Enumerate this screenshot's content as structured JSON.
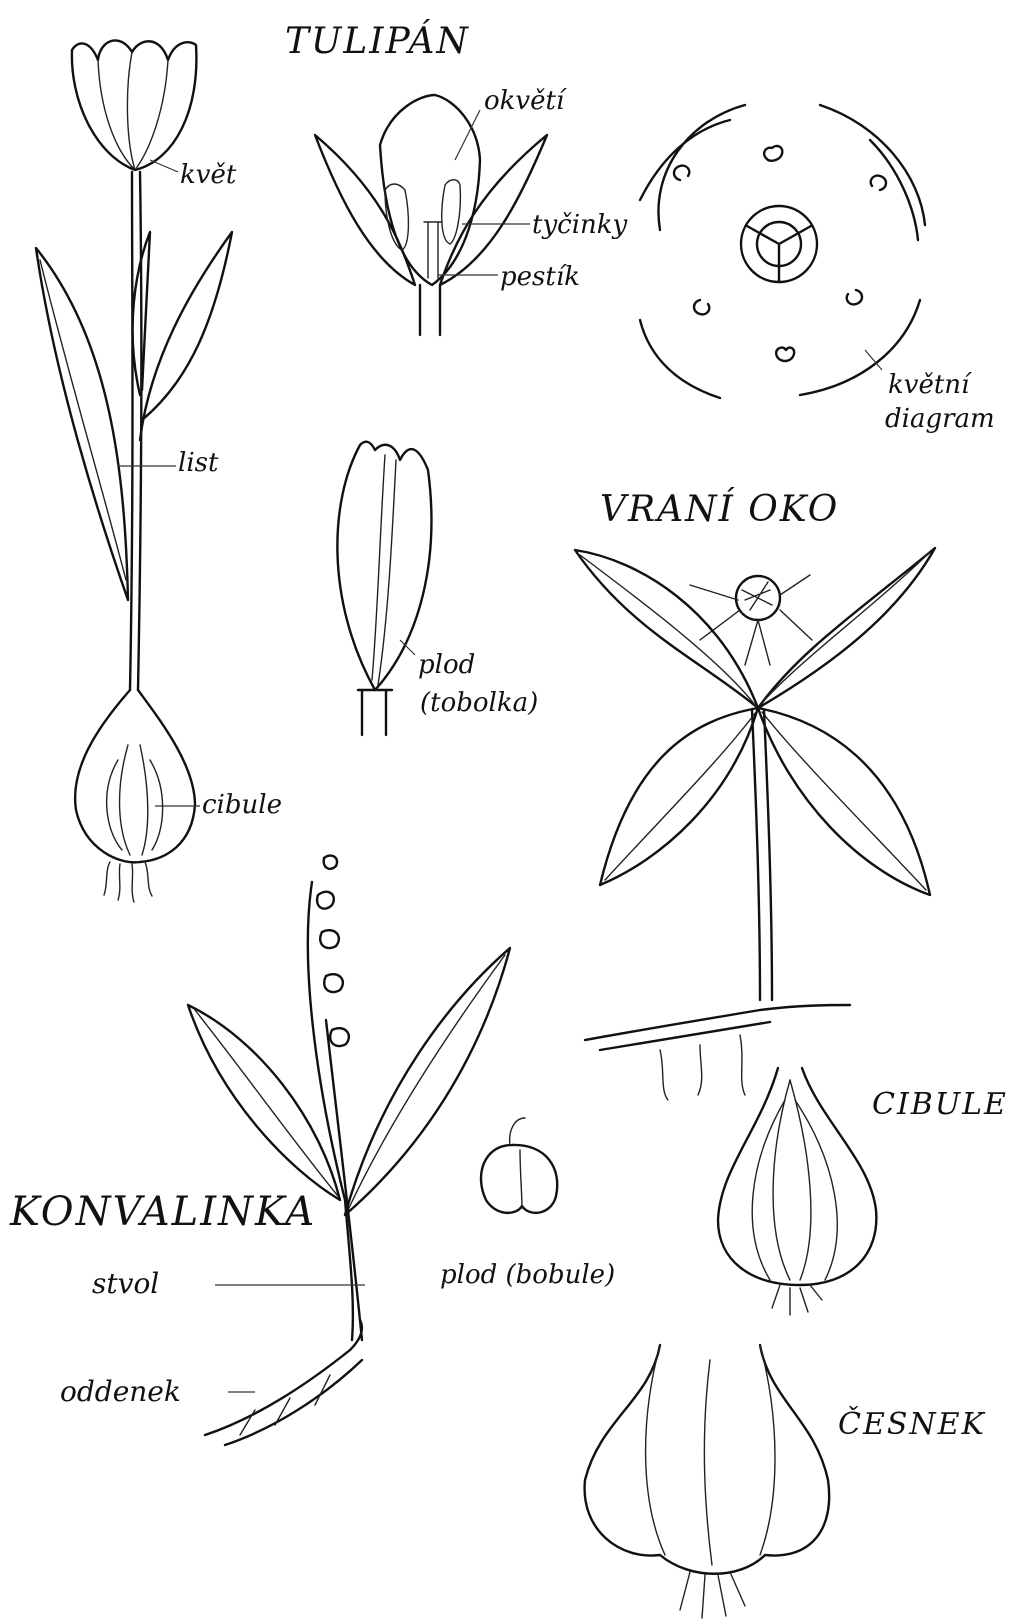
{
  "titles": {
    "tulipan": "TULIPÁN",
    "vrani_oko": "VRANÍ OKO",
    "konvalinka": "KONVALINKA",
    "cibule": "CIBULE",
    "cesnek": "ČESNEK"
  },
  "labels": {
    "kvet": "květ",
    "list": "list",
    "cibule": "cibule",
    "okvet": "okvětí",
    "tycinky": "tyčinky",
    "pestik": "pestík",
    "kvetni": "květní",
    "diagram": "diagram",
    "plod": "plod",
    "tobolka": "(tobolka)",
    "stvol": "stvol",
    "oddenek": "oddenek",
    "plod_bobule": "plod (bobule)"
  },
  "colors": {
    "ink": "#111111",
    "paper": "#ffffff"
  }
}
